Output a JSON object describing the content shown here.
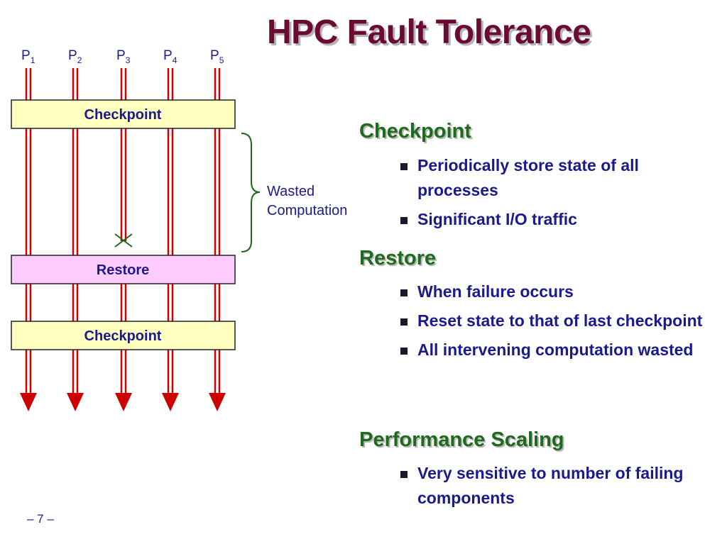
{
  "title": "HPC Fault Tolerance",
  "diagram": {
    "processes": [
      {
        "base": "P",
        "sub": "1"
      },
      {
        "base": "P",
        "sub": "2"
      },
      {
        "base": "P",
        "sub": "3"
      },
      {
        "base": "P",
        "sub": "4"
      },
      {
        "base": "P",
        "sub": "5"
      }
    ],
    "boxes": {
      "checkpoint_top": "Checkpoint",
      "restore": "Restore",
      "checkpoint_bottom": "Checkpoint"
    },
    "wasted_label": [
      "Wasted",
      "Computation"
    ],
    "failed_process": "P3",
    "colors": {
      "line_red": "#cc0000",
      "checkpoint_fill": "#ffffc0",
      "restore_fill": "#ffccff",
      "title": "#6b0a32",
      "heading": "#1f6a1f",
      "text": "#1a1a8c"
    }
  },
  "sections": [
    {
      "heading": "Checkpoint",
      "bullets": [
        "Periodically store state of all processes",
        "Significant I/O traffic"
      ]
    },
    {
      "heading": "Restore",
      "bullets": [
        "When failure occurs",
        "Reset state to that of last checkpoint",
        "All intervening computation wasted"
      ]
    },
    {
      "heading": "Performance Scaling",
      "bullets": [
        "Very sensitive to number of failing components"
      ]
    }
  ],
  "page_number": "– 7 –"
}
